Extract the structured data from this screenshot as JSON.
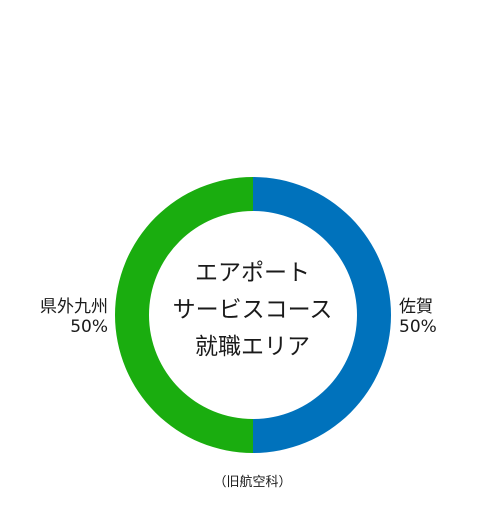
{
  "chart_data": {
    "type": "pie",
    "style": "donut",
    "title_lines": [
      "エアポート",
      "サービスコース",
      "就職エリア"
    ],
    "note": "（旧航空科）",
    "slices": [
      {
        "label": "佐賀",
        "value": 50,
        "value_text": "50%",
        "color": "#0072bc"
      },
      {
        "label": "県外九州",
        "value": 50,
        "value_text": "50%",
        "color": "#1aad0f"
      }
    ],
    "start": "top",
    "direction": "clockwise"
  }
}
